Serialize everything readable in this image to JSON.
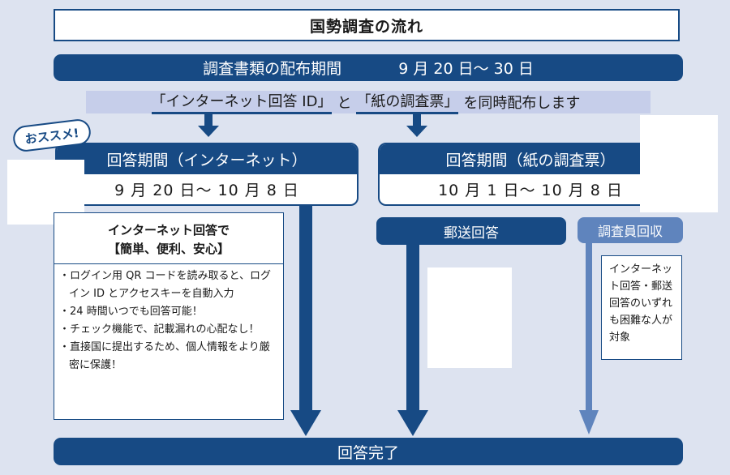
{
  "title": "国勢調査の流れ",
  "distribution": {
    "label": "調査書類の配布期間",
    "dates": "9 月 20 日～ 30 日"
  },
  "banner": {
    "item1": "「インターネット回答 ID」",
    "connector": "と",
    "item2": "「紙の調査票」",
    "tail": "を同時配布します"
  },
  "badge": "おススメ!",
  "internet": {
    "header": "回答期間（インターネット）",
    "period": "9 月 20 日～ 10 月 8 日"
  },
  "paper": {
    "header": "回答期間（紙の調査票）",
    "period": "10 月 1 日～ 10 月 8 日"
  },
  "benefits": {
    "title_line1": "インターネット回答で",
    "title_line2": "【簡単、便利、安心】",
    "items": [
      "ログイン用 QR コードを読み取ると、ログイン ID とアクセスキーを自動入力",
      "24 時間いつでも回答可能！",
      "チェック機能で、記載漏れの心配なし！",
      "直接国に提出するため、個人情報をより厳密に保護！"
    ]
  },
  "mail": {
    "label": "郵送回答"
  },
  "collector": {
    "label": "調査員回収"
  },
  "collector_note": "インターネット回答・郵送回答のいずれも困難な人が対象",
  "complete": "回答完了",
  "colors": {
    "navy": "#174a84",
    "light_blue": "#5f84bd",
    "banner_bg": "#c6ceea",
    "page_bg": "#dde3f0"
  }
}
